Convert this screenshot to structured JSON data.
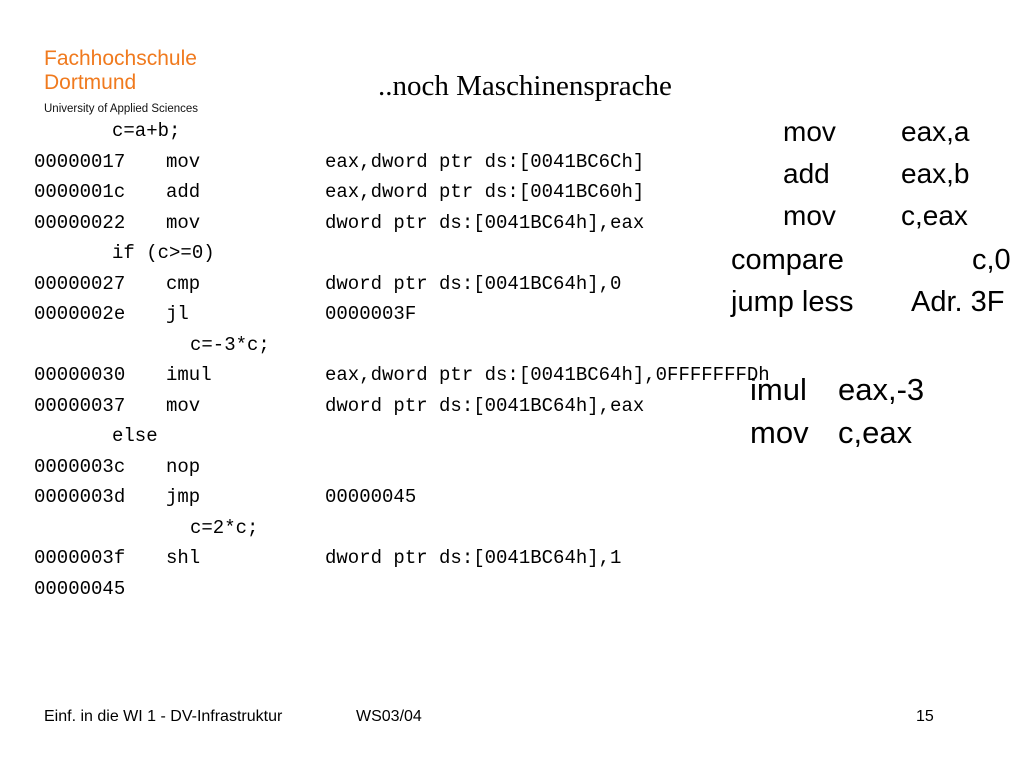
{
  "logo": {
    "line1": "Fachhochschule",
    "line2": "Dortmund",
    "subtitle": "University of Applied Sciences"
  },
  "title": "..noch Maschinensprache",
  "code": {
    "lines": [
      {
        "type": "src",
        "text": "c=a+b;"
      },
      {
        "type": "asm",
        "addr": "00000017",
        "op": "mov",
        "arg": "eax,dword ptr ds:[0041BC6Ch]"
      },
      {
        "type": "asm",
        "addr": "0000001c",
        "op": "add",
        "arg": "eax,dword ptr ds:[0041BC60h]"
      },
      {
        "type": "asm",
        "addr": "00000022",
        "op": "mov",
        "arg": "dword ptr ds:[0041BC64h],eax"
      },
      {
        "type": "src",
        "text": "if (c>=0)"
      },
      {
        "type": "asm",
        "addr": "00000027",
        "op": "cmp",
        "arg": "dword ptr ds:[0041BC64h],0"
      },
      {
        "type": "asm",
        "addr": "0000002e",
        "op": "jl",
        "arg": "0000003F"
      },
      {
        "type": "src2",
        "text": "c=-3*c;"
      },
      {
        "type": "asm",
        "addr": "00000030",
        "op": "imul",
        "arg": "eax,dword ptr ds:[0041BC64h],0FFFFFFFDh"
      },
      {
        "type": "asm",
        "addr": "00000037",
        "op": "mov",
        "arg": "dword ptr ds:[0041BC64h],eax"
      },
      {
        "type": "src",
        "text": "else"
      },
      {
        "type": "asm",
        "addr": "0000003c",
        "op": "nop",
        "arg": ""
      },
      {
        "type": "asm",
        "addr": "0000003d",
        "op": "jmp",
        "arg": "00000045"
      },
      {
        "type": "src2",
        "text": "c=2*c;"
      },
      {
        "type": "asm",
        "addr": "0000003f",
        "op": "shl",
        "arg": "dword ptr ds:[0041BC64h],1"
      },
      {
        "type": "asm",
        "addr": "00000045",
        "op": "",
        "arg": ""
      }
    ]
  },
  "annotations": {
    "group1": [
      {
        "op": "mov",
        "arg": "eax,a"
      },
      {
        "op": "add",
        "arg": "eax,b"
      },
      {
        "op": "mov",
        "arg": "c,eax"
      }
    ],
    "group2": [
      {
        "op": "compare",
        "arg": "c,0"
      },
      {
        "op": "jump less",
        "arg": "Adr. 3F"
      }
    ],
    "group3": [
      {
        "op": "imul",
        "arg": "eax,-3"
      },
      {
        "op": "mov",
        "arg": "c,eax"
      }
    ]
  },
  "footer": {
    "course": "Einf. in die WI 1 - DV-Infrastruktur",
    "term": "WS03/04",
    "page": "15"
  },
  "colors": {
    "logo": "#f07a1e",
    "text": "#000000",
    "background": "#ffffff"
  }
}
